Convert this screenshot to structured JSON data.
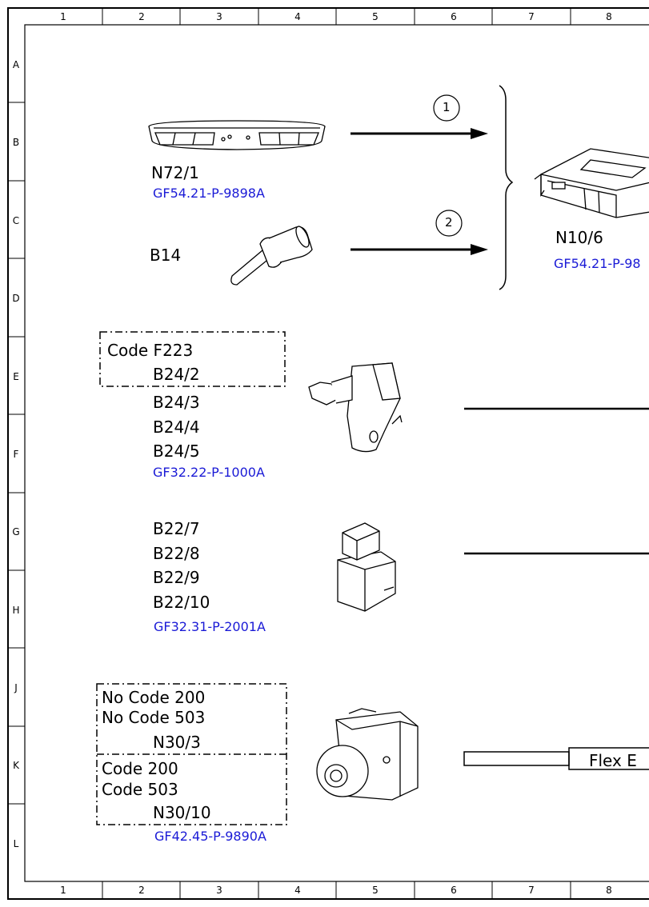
{
  "grid": {
    "columns": [
      "1",
      "2",
      "3",
      "4",
      "5",
      "6",
      "7",
      "8"
    ],
    "rows": [
      "A",
      "B",
      "C",
      "D",
      "E",
      "F",
      "G",
      "H",
      "J",
      "K",
      "L"
    ]
  },
  "labels": {
    "n72_1": "N72/1",
    "n72_1_ref": "GF54.21-P-9898A",
    "b14": "B14",
    "n10_6": "N10/6",
    "n10_6_ref": "GF54.21-P-98",
    "code_f223": "Code F223",
    "b24_2": "B24/2",
    "b24_3": "B24/3",
    "b24_4": "B24/4",
    "b24_5": "B24/5",
    "b24_ref": "GF32.22-P-1000A",
    "b22_7": "B22/7",
    "b22_8": "B22/8",
    "b22_9": "B22/9",
    "b22_10": "B22/10",
    "b22_ref": "GF32.31-P-2001A",
    "no_code_200": "No Code 200",
    "no_code_503": "No Code 503",
    "n30_3": "N30/3",
    "code_200": "Code 200",
    "code_503": "Code 503",
    "n30_10": "N30/10",
    "n30_ref": "GF42.45-P-9890A",
    "flex": "Flex E"
  },
  "markers": {
    "one": "1",
    "two": "2"
  },
  "colors": {
    "line": "#000000",
    "reference": "#1a1ad6"
  }
}
